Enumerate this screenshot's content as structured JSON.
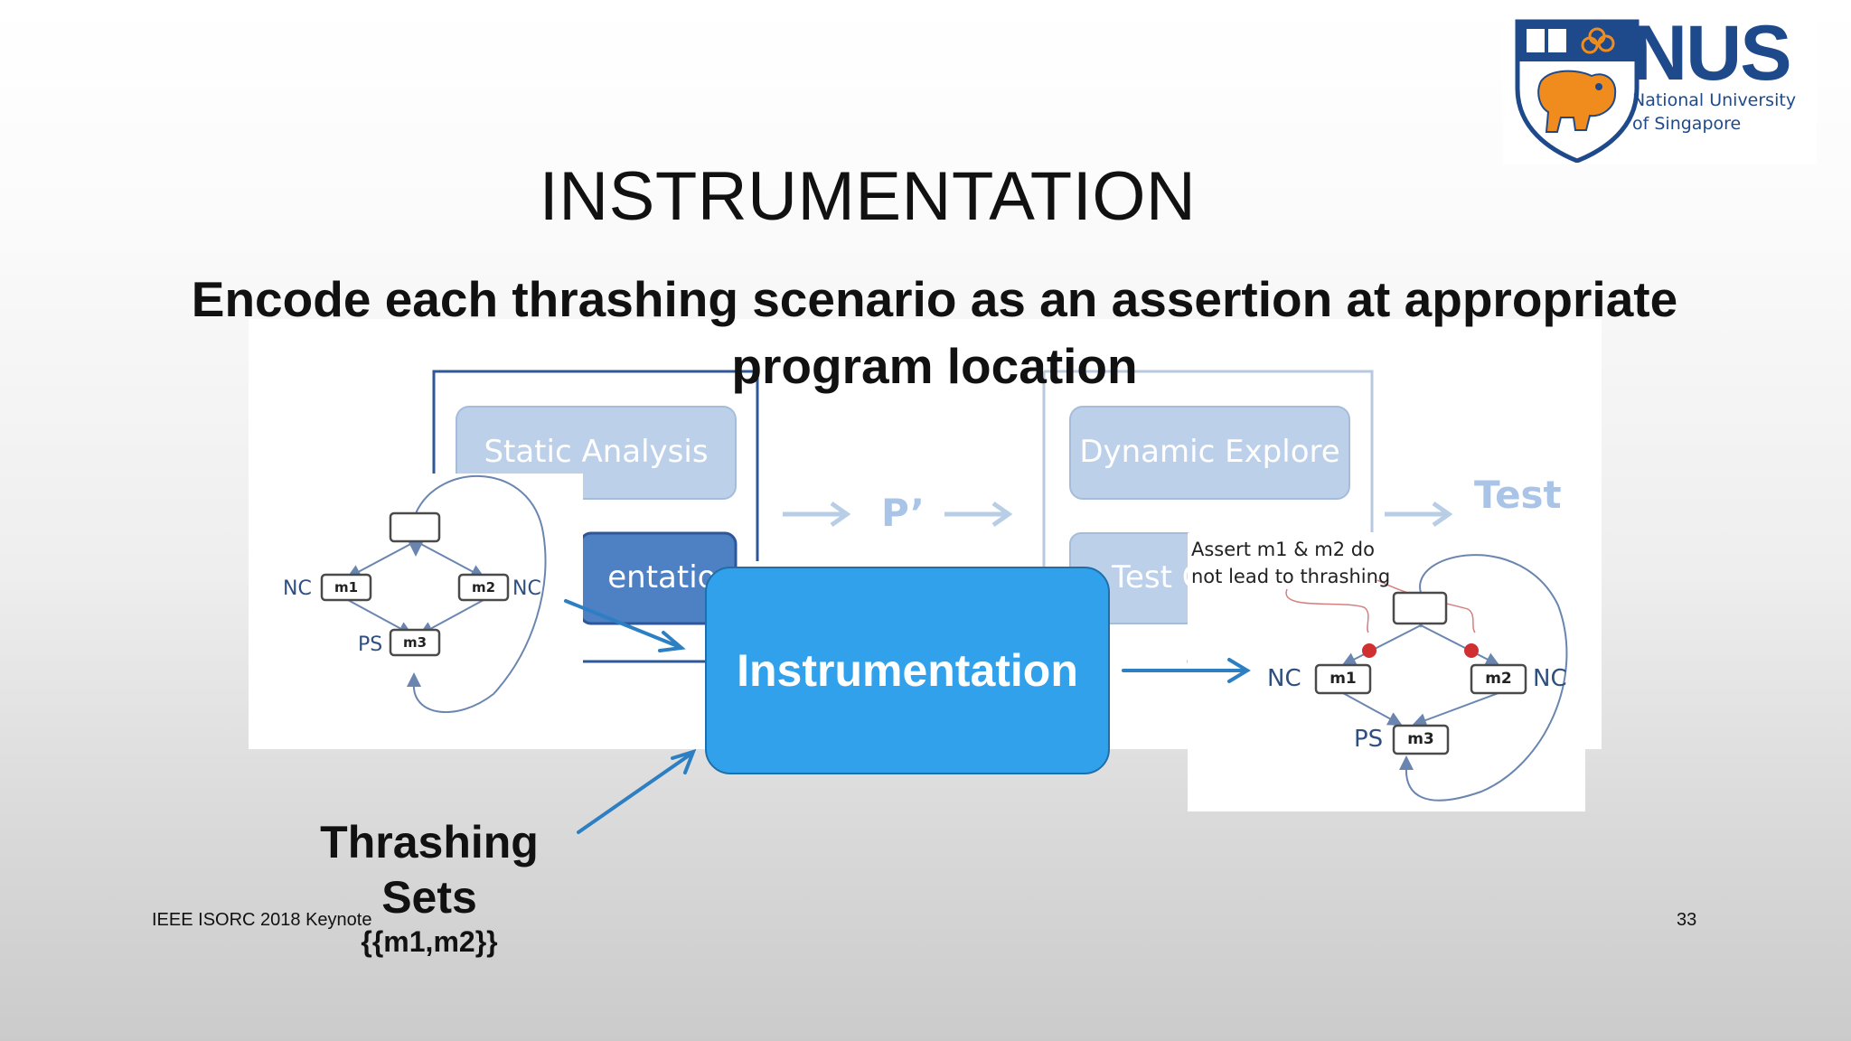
{
  "slide": {
    "title": "INSTRUMENTATION",
    "subtitle": "Encode each thrashing scenario as an assertion at appropriate program location",
    "footer": "IEEE ISORC 2018 Keynote",
    "page_number": "33"
  },
  "logo": {
    "acronym": "NUS",
    "line1": "National University",
    "line2": "of Singapore"
  },
  "background_pipeline": {
    "static_analysis": "Static Analysis",
    "instrumentation_fragment": "entation",
    "p_prime": "P’",
    "dynamic_explore": "Dynamic Explore",
    "test_gen_fragment": "Test G",
    "test": "Test"
  },
  "center_box": {
    "label": "Instrumentation"
  },
  "thrashing_sets": {
    "label": "Thrashing Sets",
    "value": "{{m1,m2}}"
  },
  "left_cfg": {
    "nodes": [
      "m1",
      "m2",
      "m3"
    ],
    "tags": {
      "m1": "NC",
      "m2": "NC",
      "m3": "PS"
    }
  },
  "right_cfg": {
    "annotation_line1": "Assert m1 & m2 do",
    "annotation_line2": "not lead to thrashing",
    "nodes": [
      "m1",
      "m2",
      "m3"
    ],
    "tags": {
      "m1": "NC",
      "m2": "NC",
      "m3": "PS"
    }
  },
  "colors": {
    "instrumentation_box": "#30a1ea",
    "arrow": "#2b7fc2",
    "logo_blue": "#1e4a8c",
    "logo_orange": "#f08c1e"
  }
}
